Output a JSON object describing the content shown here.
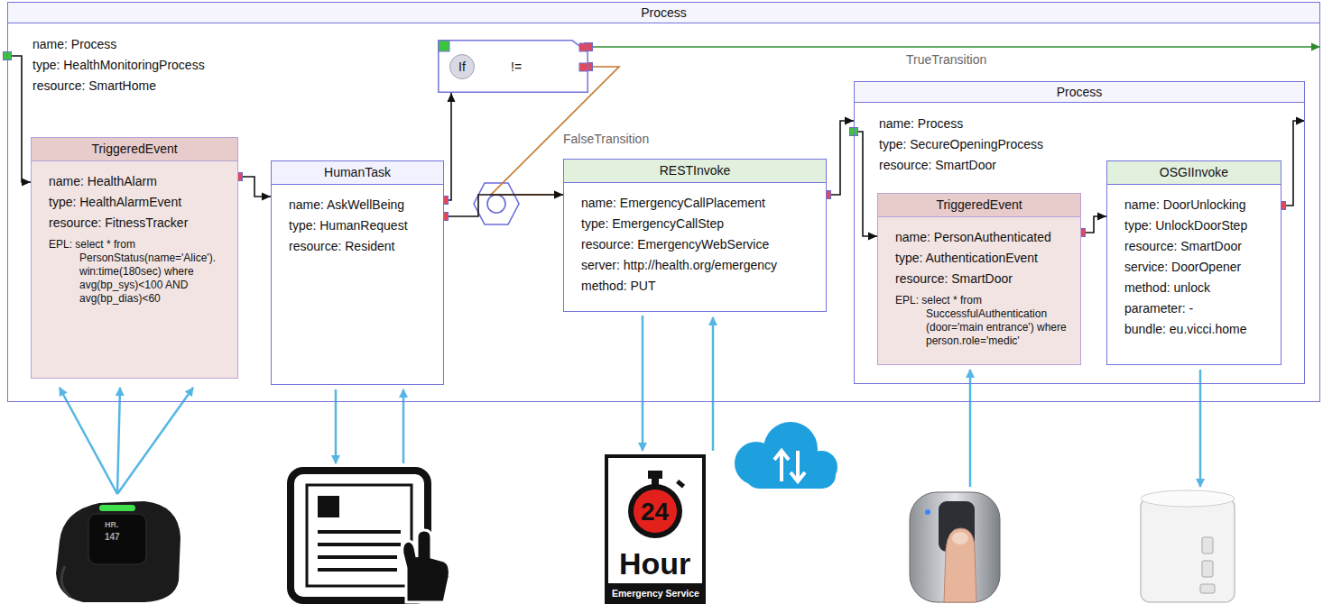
{
  "diagram": {
    "nodes": [
      {
        "text": [
          "Process",
          "name: Process",
          "type: HealthMonitoringProcess",
          "resource: SmartHome"
        ]
      },
      {
        "text": [
          "TriggeredEvent",
          "name: HealthAlarm",
          "type: HealthAlarmEvent",
          "resource: FitnessTracker",
          "EPL: select * from PersonStatus(name='Alice'). win:time(180sec) where avg(bp_sys)<100 AND avg(bp_dias)<60"
        ],
        "in": 0
      },
      {
        "text": [
          "HumanTask",
          "name: AskWellBeing",
          "type: HumanRequest",
          "resource: Resident"
        ],
        "in": 0
      },
      {
        "text": [
          "If",
          "!="
        ],
        "in": 0
      },
      {
        "text": [
          "RESTInvoke",
          "name: EmergencyCallPlacement",
          "type: EmergencyCallStep",
          "resource: EmergencyWebService",
          "server: http://health.org/emergency",
          "method: PUT"
        ],
        "in": 0
      },
      {
        "text": [
          "Process",
          "name: Process",
          "type: SecureOpeningProcess",
          "resource: SmartDoor"
        ],
        "in": 0
      },
      {
        "text": [
          "TriggeredEvent",
          "name: PersonAuthenticated",
          "type: AuthenticationEvent",
          "resource: SmartDoor",
          "EPL: select * from SuccessfulAuthentication (door='main entrance') where person.role='medic'"
        ],
        "in": 5
      },
      {
        "text": [
          "OSGIInvoke",
          "name: DoorUnlocking",
          "type: UnlockDoorStep",
          "resource: SmartDoor",
          "service: DoorOpener",
          "method: unlock",
          "parameter: -",
          "bundle: eu.vicci.home"
        ],
        "in": 5
      }
    ],
    "edges": [
      {
        "from": 0,
        "to": 1,
        "arrow": "to"
      },
      {
        "from": 1,
        "to": 2,
        "arrow": "to"
      },
      {
        "from": 2,
        "to": 3,
        "arrow": "to"
      },
      {
        "from": 3,
        "to": 0,
        "label": "TrueTransition",
        "arrow": "to"
      },
      {
        "from": 3,
        "to": 4,
        "label": "FalseTransition",
        "arrow": "to"
      },
      {
        "from": 2,
        "to": 4,
        "arrow": "to"
      },
      {
        "from": 4,
        "to": 5,
        "arrow": "to"
      },
      {
        "from": 5,
        "to": 6,
        "arrow": "to"
      },
      {
        "from": 6,
        "to": 7,
        "arrow": "to"
      },
      {
        "from": 7,
        "to": 5,
        "arrow": "to"
      }
    ],
    "labels": [
      "HR.",
      "147",
      "24",
      "Hour",
      "Emergency Service"
    ]
  }
}
